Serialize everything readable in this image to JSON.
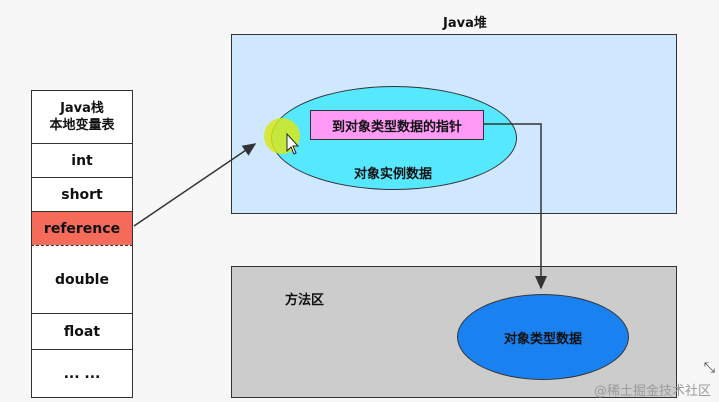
{
  "java_stack": {
    "title_line1": "Java栈",
    "title_line2": "本地变量表",
    "slots": [
      "int",
      "short",
      "reference",
      "double",
      "float",
      "... ..."
    ]
  },
  "heap": {
    "title": "Java堆",
    "object_instance_label": "对象实例数据",
    "type_pointer_label": "到对象类型数据的指针"
  },
  "method_area": {
    "title": "方法区",
    "type_data_label": "对象类型数据"
  },
  "watermark": "@稀土掘金技术社区",
  "colors": {
    "reference": "#f46b5a",
    "heap_bg": "#cfe8ff",
    "instance": "#55e8ff",
    "pointer": "#ff9bf7",
    "type_data": "#1a82f0",
    "method_bg": "#cccccc"
  }
}
